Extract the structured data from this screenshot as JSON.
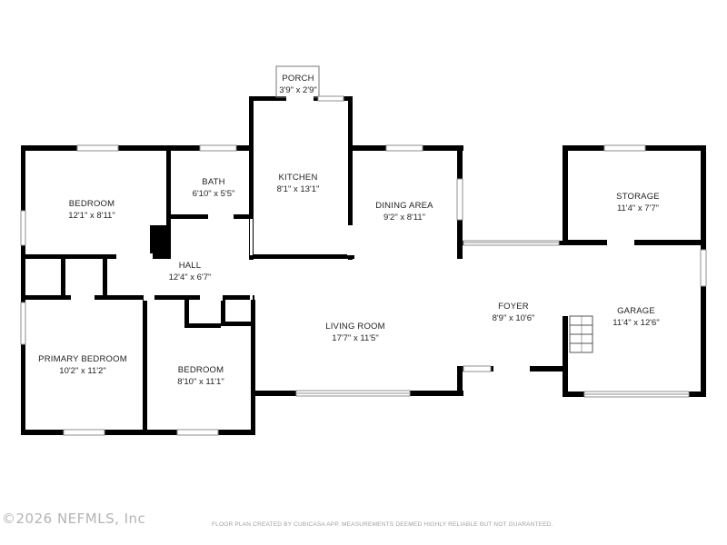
{
  "rooms": [
    {
      "name": "PORCH",
      "dims": "3'9\" x 2'9\""
    },
    {
      "name": "KITCHEN",
      "dims": "8'1\" x 13'1\""
    },
    {
      "name": "BATH",
      "dims": "6'10\" x 5'5\""
    },
    {
      "name": "BEDROOM",
      "dims": "12'1\" x 8'11\""
    },
    {
      "name": "DINING AREA",
      "dims": "9'2\" x 8'11\""
    },
    {
      "name": "STORAGE",
      "dims": "11'4\" x 7'7\""
    },
    {
      "name": "HALL",
      "dims": "12'4\" x 6'7\""
    },
    {
      "name": "FOYER",
      "dims": "8'9\" x 10'6\""
    },
    {
      "name": "GARAGE",
      "dims": "11'4\" x 12'6\""
    },
    {
      "name": "LIVING ROOM",
      "dims": "17'7\" x 11'5\""
    },
    {
      "name": "PRIMARY BEDROOM",
      "dims": "10'2\" x 11'2\""
    },
    {
      "name": "BEDROOM",
      "dims": "8'10\" x 11'1\""
    }
  ],
  "footer": {
    "watermark": "©2026 NEFMLS, Inc",
    "disclaimer": "FLOOR PLAN CREATED BY CUBICASA APP. MEASUREMENTS DEEMED HIGHLY RELIABLE BUT NOT GUARANTEED."
  }
}
